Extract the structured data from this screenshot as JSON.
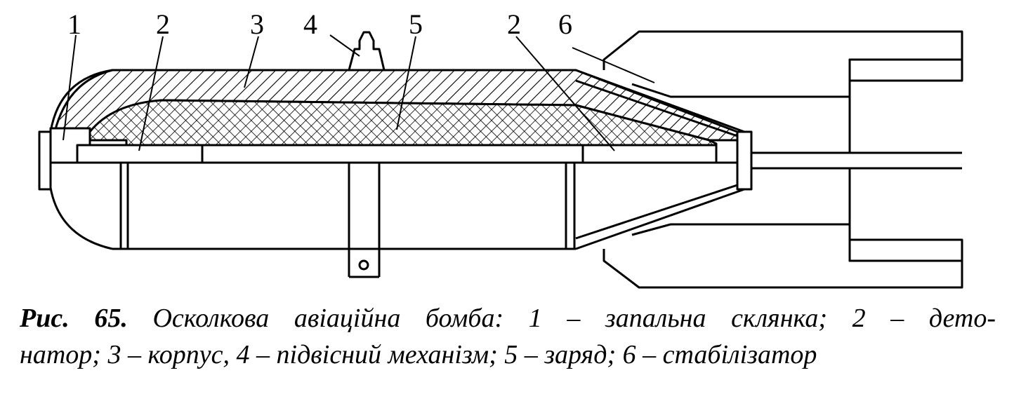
{
  "labels": {
    "ignition_cup": "1",
    "detonator_front": "2",
    "body": "3",
    "suspension": "4",
    "charge": "5",
    "detonator_rear": "2",
    "stabilizer": "6"
  },
  "caption": {
    "figure_no": "Рис. 65.",
    "line1_text": "Осколкова авіаційна бомба: 1 – запальна склянка; 2 – дето-",
    "line2_text": "натор; 3 – корпус, 4 – підвісний механізм; 5 – заряд; 6 – стабілізатор"
  }
}
